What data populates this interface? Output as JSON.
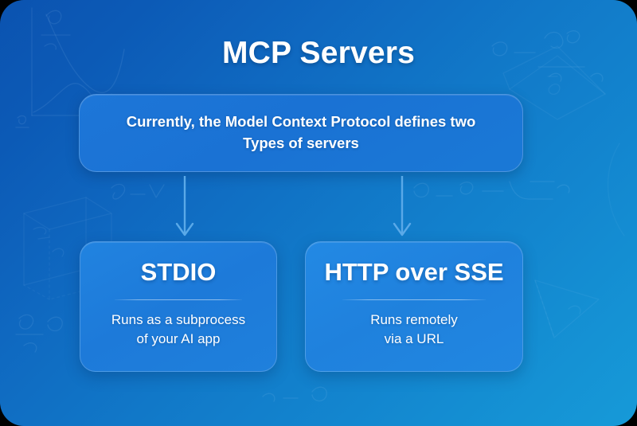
{
  "page": {
    "title": "MCP Servers",
    "background_gradient_from": "#0b53b0",
    "background_gradient_to": "#169ad8"
  },
  "intro": {
    "line1": "Currently, the Model Context Protocol defines two",
    "line2": "Types of servers"
  },
  "arrows": {
    "left": {
      "icon": "arrow-down-icon",
      "color": "#5aa9e8"
    },
    "right": {
      "icon": "arrow-down-icon",
      "color": "#5aa9e8"
    }
  },
  "cards": [
    {
      "title": "STDIO",
      "body_line1": "Runs as a subprocess",
      "body_line2": "of your AI app",
      "accent": "#2183e0"
    },
    {
      "title": "HTTP over SSE",
      "body_line1": "Runs remotely",
      "body_line2": "via a URL",
      "accent": "#2389e4"
    }
  ]
}
